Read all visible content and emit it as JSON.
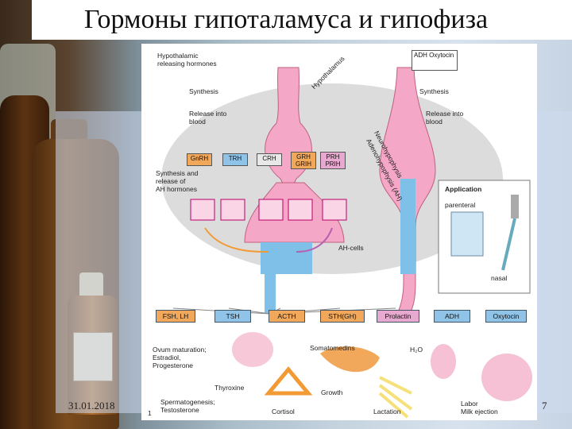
{
  "slide": {
    "title": "Гормоны гипоталамуса и гипофиза",
    "date": "31.01.2018",
    "page_number": "7"
  },
  "figure": {
    "figure_number": "1",
    "top_left_label": "Hypothalamic\nreleasing hormones",
    "top_right_box": "ADH\nOxytocin",
    "synthesis_left": "Synthesis",
    "synthesis_right": "Synthesis",
    "release_left": "Release into\nblood",
    "release_right": "Release into\nblood",
    "hypothalamus_label": "Hypothalamus",
    "releasing_boxes": [
      {
        "text": "GnRH",
        "color": "#f2a85a"
      },
      {
        "text": "TRH",
        "color": "#8fc3e8"
      },
      {
        "text": "CRH",
        "color": "#e8e8e8"
      },
      {
        "text": "GRH\nGRIH",
        "color": "#f2a85a"
      },
      {
        "text": "PRH\nPRIH",
        "color": "#e7a9cf"
      }
    ],
    "synthesis_release_ah": "Synthesis and\nrelease of\nAH hormones",
    "neurohypophysis": "Neurohypophysis",
    "adenohypophysis": "Adenohypophysis (AH)",
    "ah_cells": "AH-cells",
    "application": {
      "title": "Application",
      "parenteral": "parenteral",
      "nasal": "nasal"
    },
    "hormones": [
      {
        "text": "FSH, LH",
        "color": "#f2a85a"
      },
      {
        "text": "TSH",
        "color": "#8fc3e8"
      },
      {
        "text": "ACTH",
        "color": "#f2a85a"
      },
      {
        "text": "STH(GH)",
        "color": "#f2a85a"
      },
      {
        "text": "Prolactin",
        "color": "#e7a9cf"
      },
      {
        "text": "ADH",
        "color": "#8fc3e8"
      },
      {
        "text": "Oxytocin",
        "color": "#8fc3e8"
      }
    ],
    "effects": {
      "ovum": "Ovum maturation;\nEstradiol,\nProgesterone",
      "spermatogenesis": "Spermatogenesis;\nTestosterone",
      "thyroxine": "Thyroxine",
      "cortisol": "Cortisol",
      "somatomedins": "Somatomedins",
      "growth": "Growth",
      "lactation": "Lactation",
      "h2o": "H₂O",
      "labor": "Labor\nMilk ejection"
    }
  }
}
